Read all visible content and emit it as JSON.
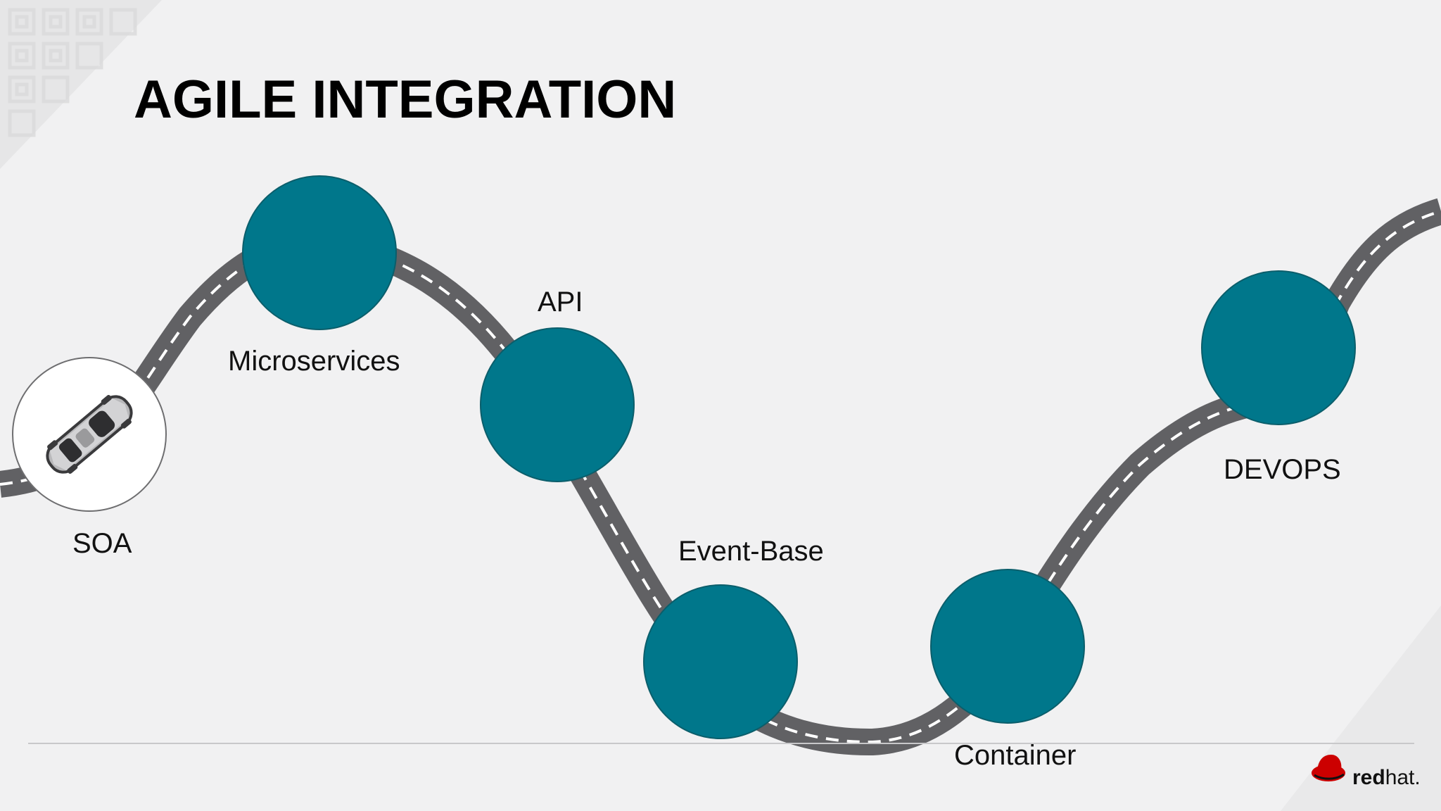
{
  "slide": {
    "title": "AGILE INTEGRATION"
  },
  "roadmap": {
    "stages": [
      {
        "label": "SOA"
      },
      {
        "label": "Microservices"
      },
      {
        "label": "API"
      },
      {
        "label": "Event-Base"
      },
      {
        "label": "Container"
      },
      {
        "label": "DEVOPS"
      }
    ],
    "marker_icon": "car-icon"
  },
  "logo": {
    "icon": "redhat-shadowman-icon",
    "text_bold": "red",
    "text_light": "hat."
  },
  "colors": {
    "background": "#f1f1f2",
    "node": "#00778b",
    "node_outline": "#0b5e6b",
    "road": "#616164",
    "road_dash": "#ffffff",
    "brand_red": "#cc0000",
    "divider": "#c8c8ca"
  }
}
